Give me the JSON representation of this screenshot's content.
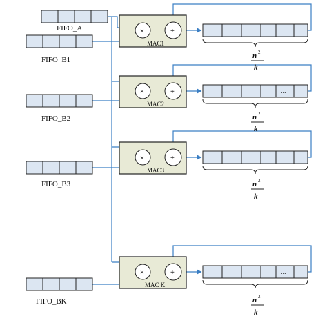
{
  "fifo_a": {
    "label": "FIFO_A"
  },
  "fifo_b": [
    {
      "label": "FIFO_B1"
    },
    {
      "label": "FIFO_B2"
    },
    {
      "label": "FIFO_B3"
    },
    {
      "label": "FIFO_BK"
    }
  ],
  "macs": [
    {
      "label": "MAC1",
      "mul": "×",
      "add": "+",
      "result_fraction": {
        "numerator": "n",
        "superscript": "2",
        "denominator": "k"
      }
    },
    {
      "label": "MAC2",
      "mul": "×",
      "add": "+",
      "result_fraction": {
        "numerator": "n",
        "superscript": "2",
        "denominator": "k"
      }
    },
    {
      "label": "MAC3",
      "mul": "×",
      "add": "+",
      "result_fraction": {
        "numerator": "n",
        "superscript": "2",
        "denominator": "k"
      }
    },
    {
      "label": "MAC K",
      "mul": "×",
      "add": "+",
      "result_fraction": {
        "numerator": "n",
        "superscript": "2",
        "denominator": "k"
      }
    }
  ],
  "result_buffer": {
    "ellipsis": "..."
  },
  "colors": {
    "wire": "#3b7fc4",
    "cell_fill": "#dce6f2",
    "mac_fill": "#e8ead6",
    "stroke": "#222222"
  }
}
